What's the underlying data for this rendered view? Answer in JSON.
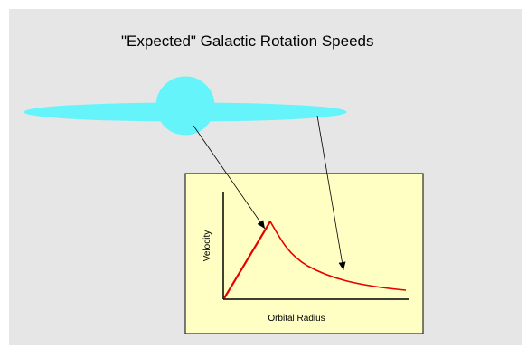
{
  "title": "\"Expected\" Galactic Rotation Speeds",
  "chart": {
    "xlabel": "Orbital Radius",
    "ylabel": "Velocity"
  },
  "colors": {
    "background": "#e6e6e6",
    "galaxy": "#66f4fb",
    "chart_panel": "#ffffc4",
    "curve": "#e60000",
    "axes": "#000000",
    "arrows": "#000000"
  }
}
